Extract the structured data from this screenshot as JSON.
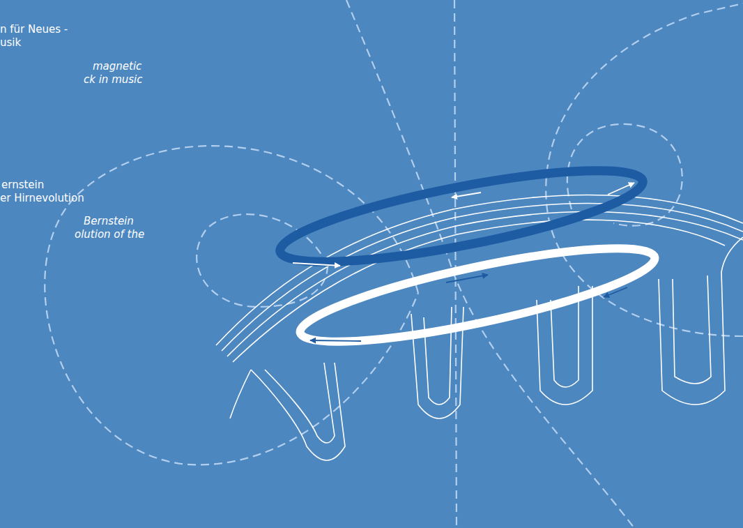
{
  "diagram": {
    "labels": [
      "n für Neues -",
      "usik",
      "magnetic",
      "ck in music",
      "ernstein",
      "er Hirnevolution",
      "Bernstein",
      "olution of the"
    ]
  }
}
